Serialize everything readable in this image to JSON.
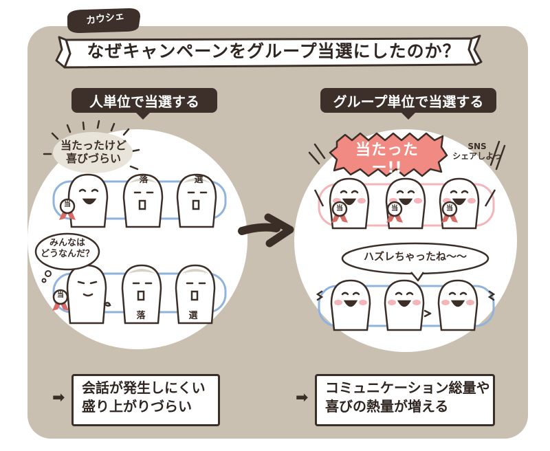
{
  "header": {
    "tag_label": "カウシェ",
    "title": "なぜキャンペーンをグループ当選にしたのか？"
  },
  "left": {
    "heading": "人単位で当選する",
    "thought_bubble": "当たったけど\n喜びづらい",
    "question_bubble": "みんなは\nどうなんだ？",
    "badge_win": "当",
    "badge_lose_a": "落",
    "badge_lose_b": "選",
    "result_line1": "会話が発生しにくい",
    "result_line2": "盛り上がりづらい"
  },
  "right": {
    "heading": "グループ単位で当選する",
    "win_banner": "当たったー!!",
    "sns_note": "SNS\nシェアしよっ",
    "lose_bubble": "ハズレちゃったね〜〜",
    "badge_win": "当",
    "result_line1": "コミュニケーション総量や",
    "result_line2": "喜びの熱量が増える"
  },
  "colors": {
    "panel_bg": "#c9c0b1",
    "dark": "#3d302b",
    "win_red": "#f08a82",
    "group_blue": "#8fb3dc",
    "group_pink": "#f3b5b8"
  }
}
